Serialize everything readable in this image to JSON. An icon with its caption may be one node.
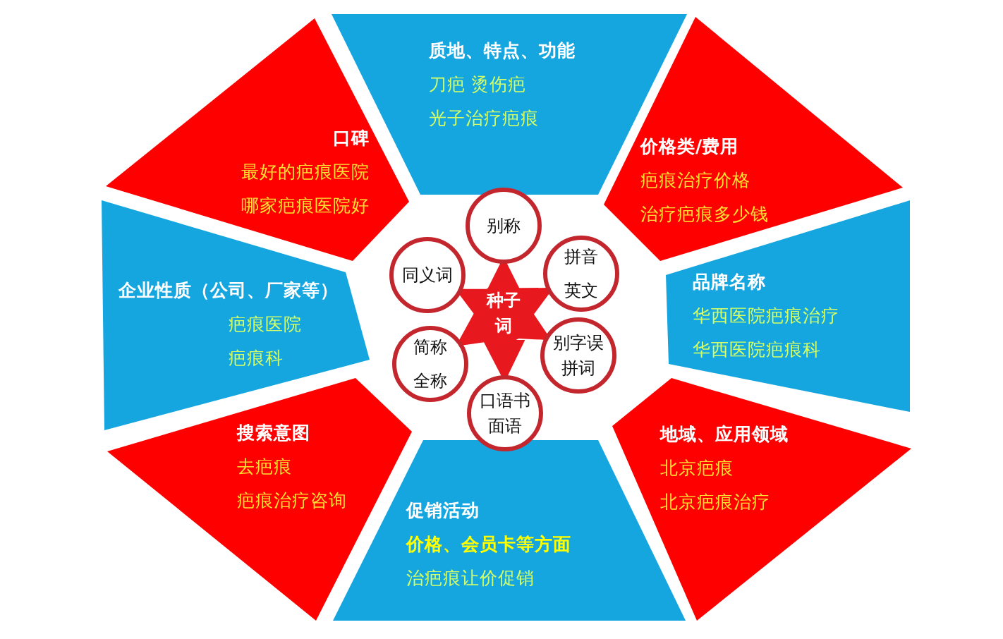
{
  "diagram": {
    "nodes": [
      {
        "text": [
          "口碑",
          "最好的疤痕医院",
          "哪家疤痕医院好"
        ]
      },
      {
        "text": [
          "质地、特点、功能",
          "刀疤  烫伤疤",
          "光子治疗疤痕"
        ]
      },
      {
        "text": [
          "价格类/费用",
          "疤痕治疗价格",
          "治疗疤痕多少钱"
        ]
      },
      {
        "text": [
          "企业性质（公司、厂家等）",
          "疤痕医院",
          "疤痕科"
        ]
      },
      {
        "text": [
          "品牌名称",
          "华西医院疤痕治疗",
          "华西医院疤痕科"
        ]
      },
      {
        "text": [
          "搜索意图",
          "去疤痕",
          "疤痕治疗咨询"
        ]
      },
      {
        "text": [
          "促销活动",
          "价格、会员卡等方面",
          "治疤痕让价促销"
        ]
      },
      {
        "text": [
          "地域、应用领域",
          "北京疤痕",
          "北京疤痕治疗"
        ]
      },
      {
        "text": [
          "种子词"
        ]
      },
      {
        "text": [
          "别称"
        ]
      },
      {
        "text": [
          "拼音",
          "英文"
        ]
      },
      {
        "text": [
          "别字误拼词"
        ]
      },
      {
        "text": [
          "口语书面语"
        ]
      },
      {
        "text": [
          "简称",
          "全称"
        ]
      },
      {
        "text": [
          "同义词"
        ]
      }
    ],
    "edges": [
      {
        "from": 8,
        "to": 9,
        "arrow": "to"
      },
      {
        "from": 8,
        "to": 10,
        "arrow": "to"
      },
      {
        "from": 8,
        "to": 11,
        "arrow": "to"
      },
      {
        "from": 8,
        "to": 12,
        "arrow": "to"
      },
      {
        "from": 8,
        "to": 13,
        "arrow": "to"
      },
      {
        "from": 8,
        "to": 14,
        "arrow": "to"
      }
    ]
  }
}
